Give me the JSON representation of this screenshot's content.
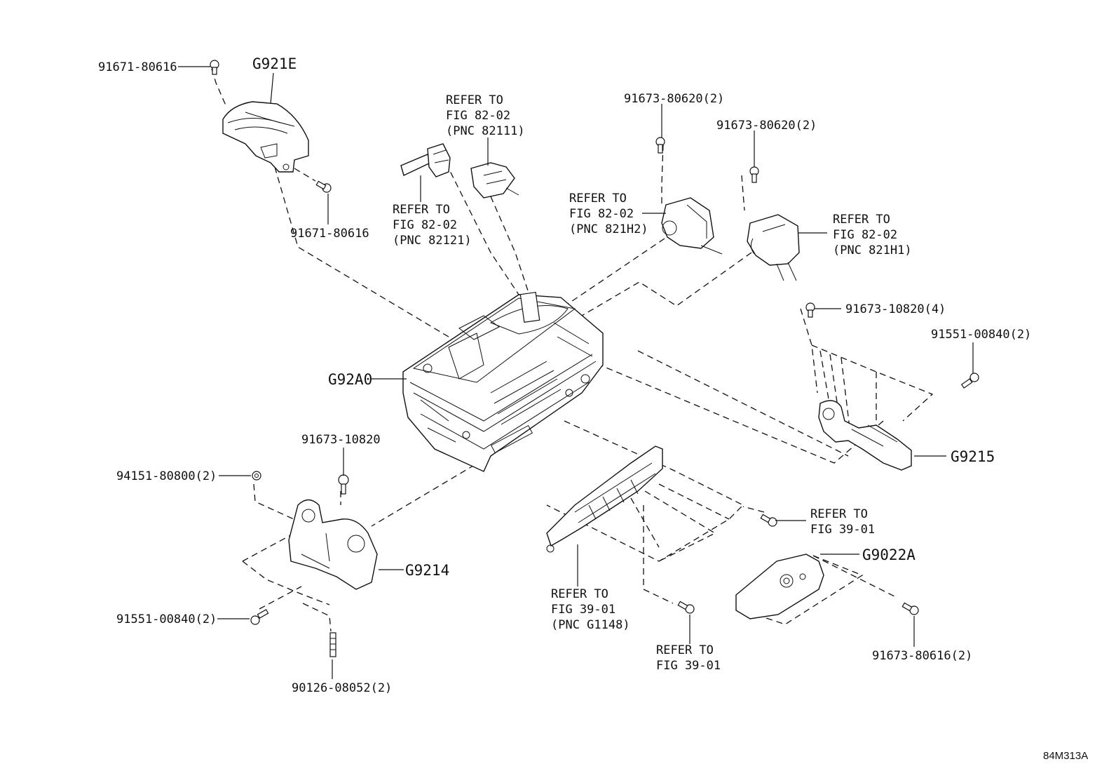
{
  "diagram_code": "84M313A",
  "components": {
    "inverter": "G92A0",
    "inverter_cover": "G921E",
    "bracket_left": "G9214",
    "bracket_right": "G9215",
    "cover_plate": "G9022A"
  },
  "fasteners": {
    "bolt_cover_top": "91671-80616",
    "bolt_cover_side": "91671-80616",
    "bolt_sensor_a": "91673-80620(2)",
    "bolt_sensor_b": "91673-80620(2)",
    "bolt_bracket_right_top": "91673-10820(4)",
    "bolt_bracket_right": "91551-00840(2)",
    "bolt_bracket_left_top": "91673-10820",
    "nut_bracket_left": "94151-80800(2)",
    "bolt_bracket_left_bottom": "91551-00840(2)",
    "stud_bracket_left": "90126-08052(2)",
    "bolt_cover_plate": "91673-80616(2)"
  },
  "references": {
    "ref_82111": [
      "REFER TO",
      "FIG 82-02",
      "(PNC 82111)"
    ],
    "ref_82121": [
      "REFER TO",
      "FIG 82-02",
      "(PNC 82121)"
    ],
    "ref_821H2": [
      "REFER TO",
      "FIG 82-02",
      "(PNC 821H2)"
    ],
    "ref_821H1": [
      "REFER TO",
      "FIG 82-02",
      "(PNC 821H1)"
    ],
    "ref_g1148": [
      "REFER TO",
      "FIG 39-01",
      "(PNC G1148)"
    ],
    "ref_39_bolt_right": [
      "REFER TO",
      "FIG 39-01"
    ],
    "ref_39_bolt_bottom": [
      "REFER TO",
      "FIG 39-01"
    ]
  }
}
